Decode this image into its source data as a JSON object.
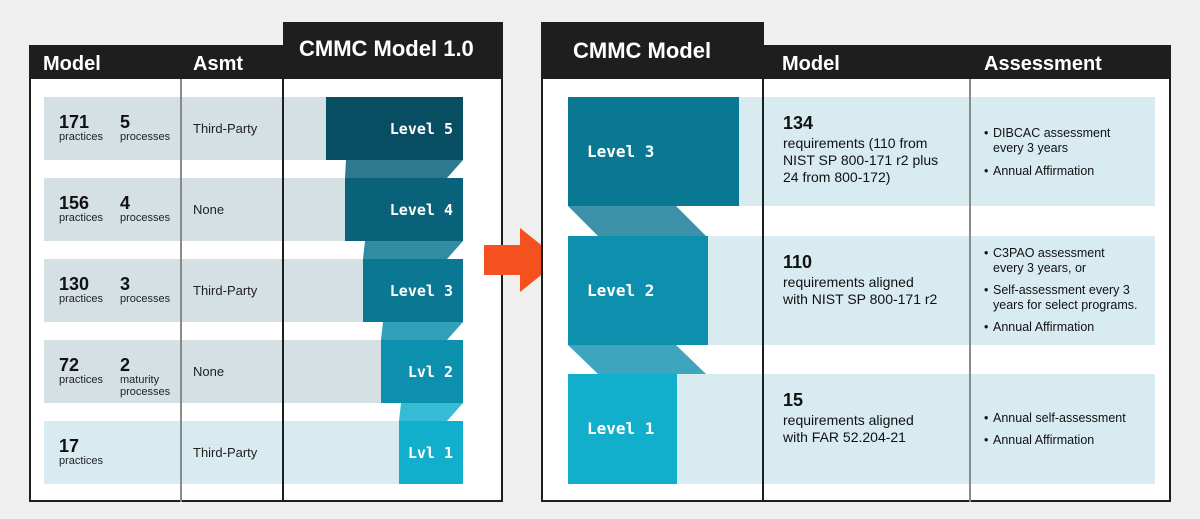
{
  "left": {
    "headers": {
      "model": "Model",
      "asmt": "Asmt",
      "title": "CMMC Model 1.0"
    },
    "rows": [
      {
        "practices_num": "171",
        "practices_label": "practices",
        "processes_num": "5",
        "processes_label": "processes",
        "asmt": "Third-Party",
        "level": "Level 5"
      },
      {
        "practices_num": "156",
        "practices_label": "practices",
        "processes_num": "4",
        "processes_label": "processes",
        "asmt": "None",
        "level": "Level 4"
      },
      {
        "practices_num": "130",
        "practices_label": "practices",
        "processes_num": "3",
        "processes_label": "processes",
        "asmt": "Third-Party",
        "level": "Level 3"
      },
      {
        "practices_num": "72",
        "practices_label": "practices",
        "processes_num": "2",
        "processes_label": "maturity",
        "processes_label2": "processes",
        "asmt": "None",
        "level": "Lvl 2"
      },
      {
        "practices_num": "17",
        "practices_label": "practices",
        "asmt": "Third-Party",
        "level": "Lvl 1"
      }
    ]
  },
  "right": {
    "headers": {
      "title": "CMMC Model",
      "model": "Model",
      "assessment": "Assessment"
    },
    "rows": [
      {
        "level": "Level 3",
        "req_num": "134",
        "req_lines": [
          "requirements (110 from",
          "NIST SP 800-171 r2 plus",
          "24 from 800-172)"
        ],
        "bullets": [
          [
            "DIBCAC assessment",
            "every 3 years"
          ],
          [
            "Annual Affirmation"
          ]
        ]
      },
      {
        "level": "Level 2",
        "req_num": "110",
        "req_lines": [
          "requirements aligned",
          "with NIST SP 800-171 r2"
        ],
        "bullets": [
          [
            "C3PAO assessment",
            "every 3 years, or"
          ],
          [
            "Self-assessment every 3",
            "years for select programs."
          ],
          [
            "Annual Affirmation"
          ]
        ]
      },
      {
        "level": "Level 1",
        "req_num": "15",
        "req_lines": [
          "requirements aligned",
          "with FAR 52.204-21"
        ],
        "bullets": [
          [
            "Annual self-assessment"
          ],
          [
            "Annual Affirmation"
          ]
        ]
      }
    ]
  },
  "colors": {
    "dark": "#1e1e1e",
    "arrow": "#f4511e",
    "level5": "#084e63",
    "level4": "#0a627a",
    "level3": "#0b7893",
    "level2": "#0d90ae",
    "level1": "#12afcd",
    "row_gray": "#d4e0e4",
    "row_light": "#d7ebf0"
  },
  "icons": {
    "arrow": "right-arrow-icon"
  }
}
